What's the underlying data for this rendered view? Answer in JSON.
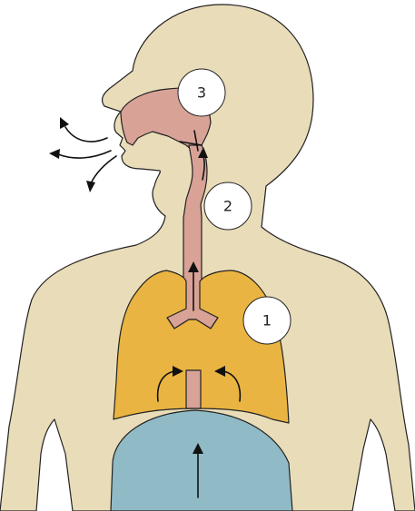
{
  "colors": {
    "body": "#E9DCB9",
    "airway": "#D9A297",
    "lungs": "#E9B441",
    "diaphragm": "#8FBAC6",
    "marker": "#FFFFFF",
    "outline": "#222222",
    "arrow": "#111111"
  },
  "markers": [
    {
      "label": "1"
    },
    {
      "label": "2"
    },
    {
      "label": "3"
    }
  ]
}
